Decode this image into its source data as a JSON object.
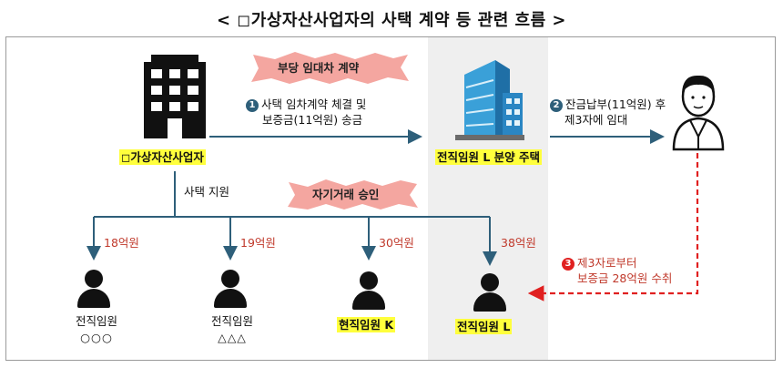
{
  "title": "< ◻가상자산사업자의 사택 계약 등 관련 흐름 >",
  "burst_top": "부당 임대차 계약",
  "burst_mid": "자기거래 승인",
  "company": "◻가상자산사업자",
  "house": "전직임원 L 분양 주택",
  "step1": {
    "num": "1",
    "line1": "사택 임차계약 체결 및",
    "line2": "보증금(11억원) 송금"
  },
  "step2": {
    "num": "2",
    "line1": "잔금납부(11억원) 후",
    "line2": "제3자에 임대"
  },
  "step3": {
    "num": "3",
    "line1": "제3자로부터",
    "line2": "보증금 28억원 수취"
  },
  "support": "사택 지원",
  "recipients": [
    {
      "amount": "18억원",
      "name": "전직임원",
      "sub": "○○○",
      "highlight": false
    },
    {
      "amount": "19억원",
      "name": "전직임원",
      "sub": "△△△",
      "highlight": false
    },
    {
      "amount": "30억원",
      "name": "현직임원 K",
      "sub": "",
      "highlight": true
    },
    {
      "amount": "38억원",
      "name": "전직임원 L",
      "sub": "",
      "highlight": true
    }
  ],
  "colors": {
    "arrow": "#2e5f7a",
    "dashed": "#e02020",
    "amount": "#c0392b",
    "burst": "#f4a6a0",
    "highlight": "#ffff3c",
    "building_blue": "#3aa0d8"
  },
  "icons": [
    "office-building-icon",
    "apartment-tower-icon",
    "businessman-icon",
    "person-icon"
  ]
}
